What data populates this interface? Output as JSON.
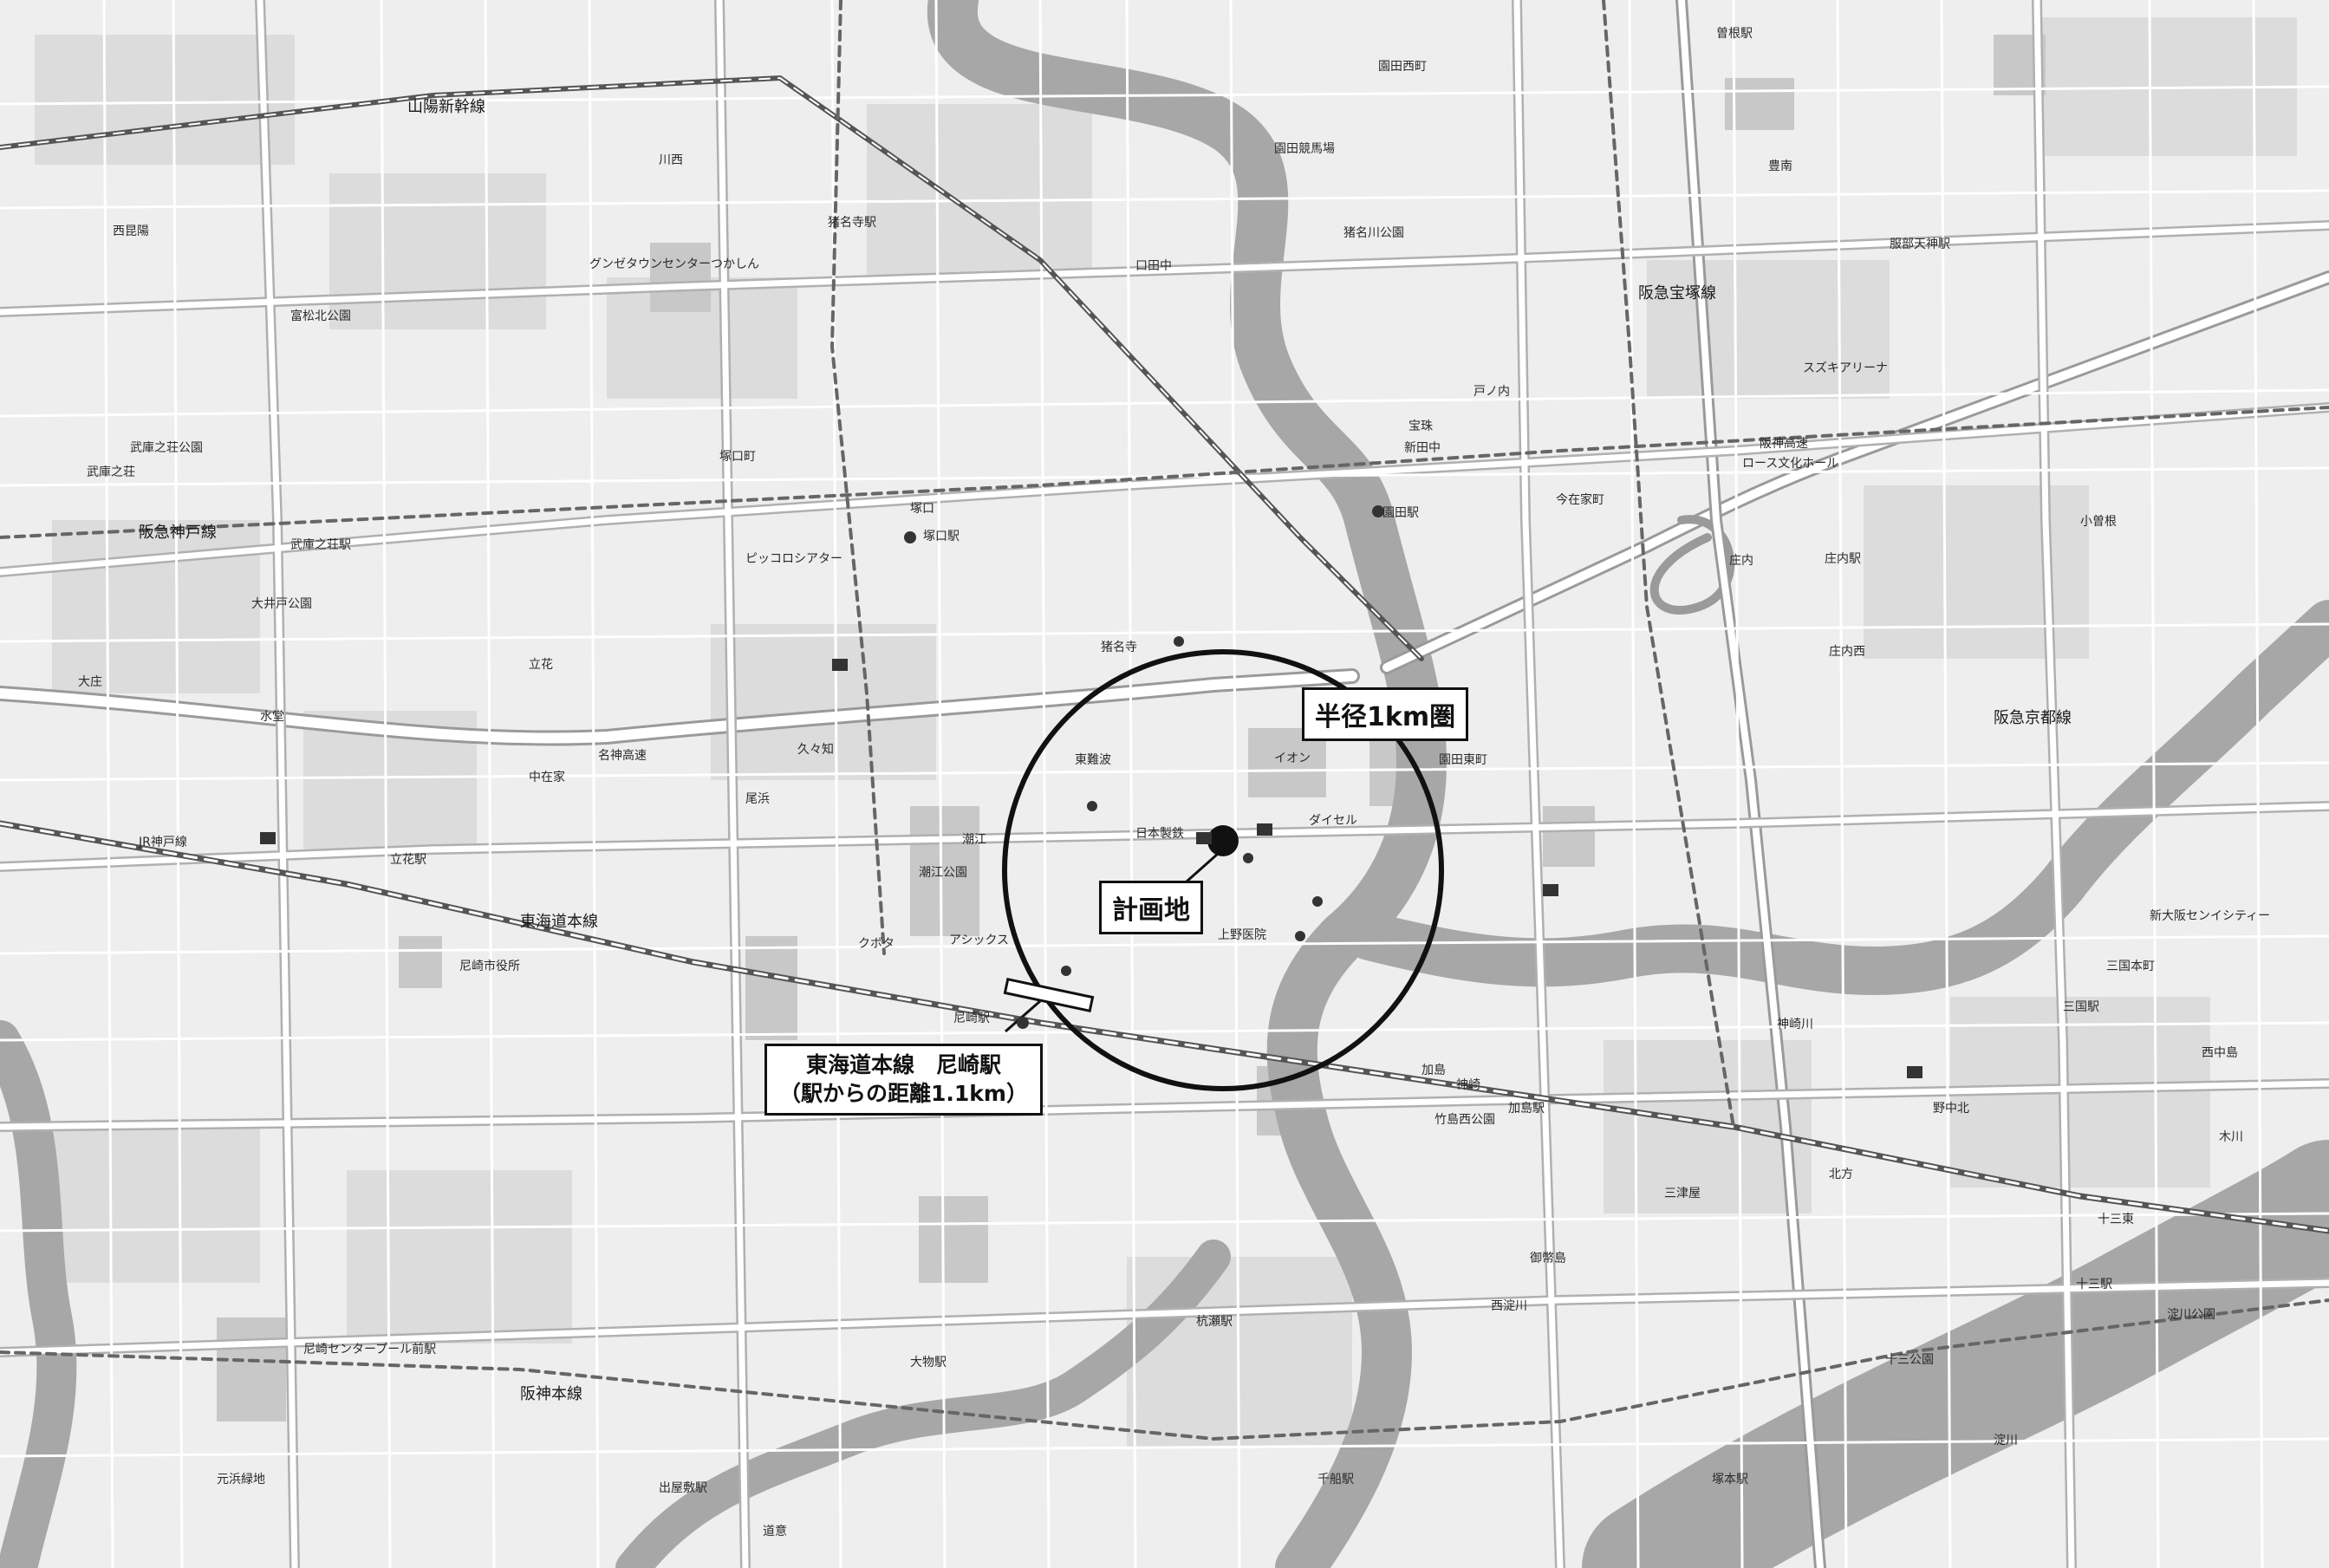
{
  "map": {
    "callouts": {
      "radius": "半径1km圏",
      "site": "計画地",
      "station_line1": "東海道本線　尼崎駅",
      "station_line2": "（駅からの距離1.1km）"
    },
    "labels": [
      "猪名寺駅",
      "猪名川公園",
      "園田競馬場",
      "園田駅",
      "園田西町",
      "園田東町",
      "新田中",
      "塚口駅",
      "塚口町",
      "ピッコロシアター",
      "グンゼタウンセンターつかしん",
      "川西",
      "武庫之荘駅",
      "武庫之荘",
      "大井戸公園",
      "立花駅",
      "立花",
      "尼崎市役所",
      "尼崎駅",
      "JR神戸線",
      "尼崎センタープール前駅",
      "大物駅",
      "出屋敷駅",
      "杭瀬駅",
      "千船駅",
      "加島駅",
      "塚本駅",
      "十三駅",
      "三国駅",
      "庄内駅",
      "服部天神駅",
      "曽根駅",
      "名神高速",
      "阪神高速",
      "東難波",
      "潮江",
      "潮江公園",
      "久々知",
      "アシックス",
      "クボタ",
      "イオン",
      "ダイセル",
      "日本製鉄",
      "上野医院",
      "猪名寺",
      "富松北公園",
      "塚口",
      "口田中",
      "神崎",
      "神崎川",
      "淀川",
      "淀川公園",
      "西淀川",
      "御幣島",
      "竹島西公園",
      "加島",
      "十三公園",
      "十三東",
      "西中島",
      "木川",
      "三国本町",
      "新大阪センイシティー",
      "北方",
      "三津屋",
      "野中北",
      "宝珠",
      "庄内",
      "庄内西",
      "小曽根",
      "豊南",
      "ロース文化ホール",
      "スズキアリーナ",
      "今在家町",
      "戸ノ内",
      "尾浜",
      "大庄",
      "武庫之荘公園",
      "中在家",
      "水堂",
      "西昆陽",
      "元浜緑地",
      "道意",
      "東海道本線",
      "山陽新幹線",
      "阪神本線",
      "阪急神戸線",
      "阪急宝塚線",
      "阪急京都線"
    ],
    "colors": {
      "background": "#eeeeee",
      "block": "#d9d9d9",
      "road_major": "#ffffff",
      "road_edge": "#b0b0b0",
      "rail": "#5a5a5a",
      "river": "#a7a7a7",
      "text": "#2a2a2a",
      "circle": "#111111"
    },
    "icons": [
      "school-icon",
      "shrine-icon",
      "temple-icon",
      "factory-icon",
      "post-office-icon",
      "hospital-icon",
      "park-icon",
      "station-icon"
    ]
  }
}
